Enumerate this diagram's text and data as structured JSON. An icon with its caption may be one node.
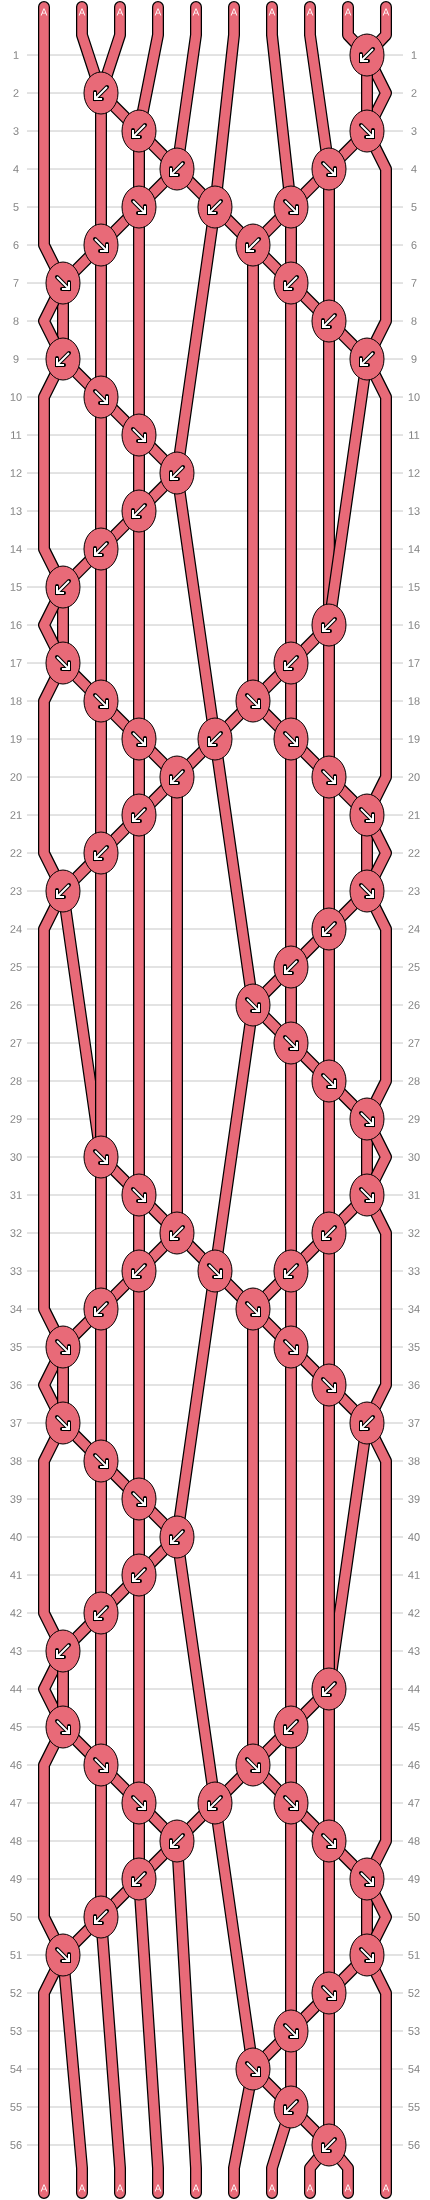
{
  "diagram": {
    "labels": [
      "A",
      "A",
      "A",
      "A",
      "A",
      "A",
      "A",
      "A",
      "A",
      "A",
      "1",
      "1",
      "2",
      "2",
      "3",
      "3",
      "4",
      "4",
      "5",
      "5",
      "6",
      "6",
      "7",
      "7",
      "8",
      "8",
      "9",
      "9",
      "10",
      "10",
      "11",
      "11",
      "12",
      "12",
      "13",
      "13",
      "14",
      "14",
      "15",
      "15",
      "16",
      "16",
      "17",
      "17",
      "18",
      "18",
      "19",
      "19",
      "20",
      "20",
      "21",
      "21",
      "22",
      "22",
      "23",
      "23",
      "24",
      "24",
      "25",
      "25",
      "26",
      "26",
      "27",
      "27",
      "28",
      "28",
      "29",
      "29",
      "30",
      "30",
      "31",
      "31",
      "32",
      "32",
      "33",
      "33",
      "34",
      "34",
      "35",
      "35",
      "36",
      "36",
      "37",
      "37",
      "38",
      "38",
      "39",
      "39",
      "40",
      "40",
      "41",
      "41",
      "42",
      "42",
      "43",
      "43",
      "44",
      "44",
      "45",
      "45",
      "46",
      "46",
      "47",
      "47",
      "48",
      "48",
      "49",
      "49",
      "50",
      "50",
      "51",
      "51",
      "52",
      "52",
      "53",
      "53",
      "54",
      "54",
      "55",
      "55",
      "56",
      "56",
      "A",
      "A",
      "A",
      "A",
      "A",
      "A",
      "A",
      "A",
      "A",
      "A"
    ]
  }
}
